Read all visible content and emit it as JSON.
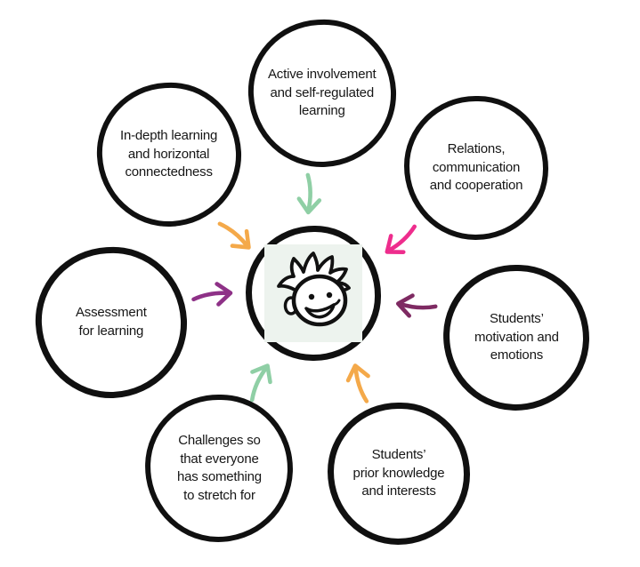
{
  "diagram": {
    "description": "Seven factors of good learning pointing to the learner at the center",
    "center": {
      "icon": "child-face-icon",
      "tile_bg_color": "#edf3ee",
      "stroke_color": "#101010"
    },
    "nodes": [
      {
        "id": "active-involvement",
        "position": "top",
        "label": "Active involvement\nand self-regulated\nlearning"
      },
      {
        "id": "relations",
        "position": "top-right",
        "label": "Relations,\ncommunication\nand cooperation"
      },
      {
        "id": "motivation",
        "position": "right",
        "label": "Students’\nmotivation and\nemotions"
      },
      {
        "id": "prior-knowledge",
        "position": "bottom-right",
        "label": "Students’\nprior knowledge\nand interests"
      },
      {
        "id": "challenges",
        "position": "bottom-left",
        "label": "Challenges so\nthat everyone\nhas something\nto stretch for"
      },
      {
        "id": "assessment",
        "position": "left",
        "label": "Assessment\nfor learning"
      },
      {
        "id": "in-depth",
        "position": "top-left",
        "label": "In-depth learning\nand horizontal\nconnectedness"
      }
    ],
    "arrows": [
      {
        "from": "active-involvement",
        "to": "center",
        "direction": "down",
        "color": "#8fcfa5"
      },
      {
        "from": "relations",
        "to": "center",
        "direction": "down-left",
        "color": "#ee2d8d"
      },
      {
        "from": "motivation",
        "to": "center",
        "direction": "left",
        "color": "#7e2a62"
      },
      {
        "from": "prior-knowledge",
        "to": "center",
        "direction": "up-left",
        "color": "#f4a94a"
      },
      {
        "from": "challenges",
        "to": "center",
        "direction": "up-right",
        "color": "#8fcfa5"
      },
      {
        "from": "assessment",
        "to": "center",
        "direction": "right",
        "color": "#8e3187"
      },
      {
        "from": "in-depth",
        "to": "center",
        "direction": "down-right",
        "color": "#f4a94a"
      }
    ]
  }
}
